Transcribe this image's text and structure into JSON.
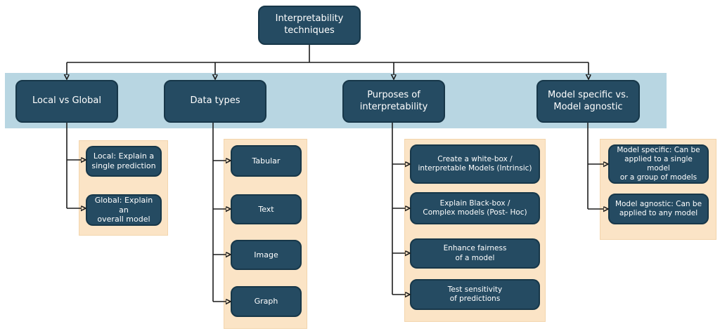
{
  "diagram": {
    "root": {
      "label": "Interpretability\ntechniques"
    },
    "branches": [
      {
        "label": "Local vs Global",
        "children": [
          "Local: Explain a\nsingle prediction",
          "Global: Explain an\noverall model"
        ]
      },
      {
        "label": "Data types",
        "children": [
          "Tabular",
          "Text",
          "Image",
          "Graph"
        ]
      },
      {
        "label": "Purposes of\ninterpretability",
        "children": [
          "Create a white-box /\ninterpretable Models (Intrinsic)",
          "Explain Black-box /\nComplex models (Post- Hoc)",
          "Enhance fairness\nof a model",
          "Test sensitivity\nof predictions"
        ]
      },
      {
        "label": "Model specific vs.\nModel agnostic",
        "children": [
          "Model specific: Can be\napplied to a single model\nor a group of models",
          "Model agnostic: Can be\napplied to any model"
        ]
      }
    ],
    "colors": {
      "node_fill": "#254b62",
      "node_border": "#173749",
      "band_fill": "#b8d6e2",
      "group_fill": "#fbe4c6",
      "group_border": "#f3d5ad",
      "connector": "#1c1c1c",
      "node_text": "#ffffff"
    }
  }
}
